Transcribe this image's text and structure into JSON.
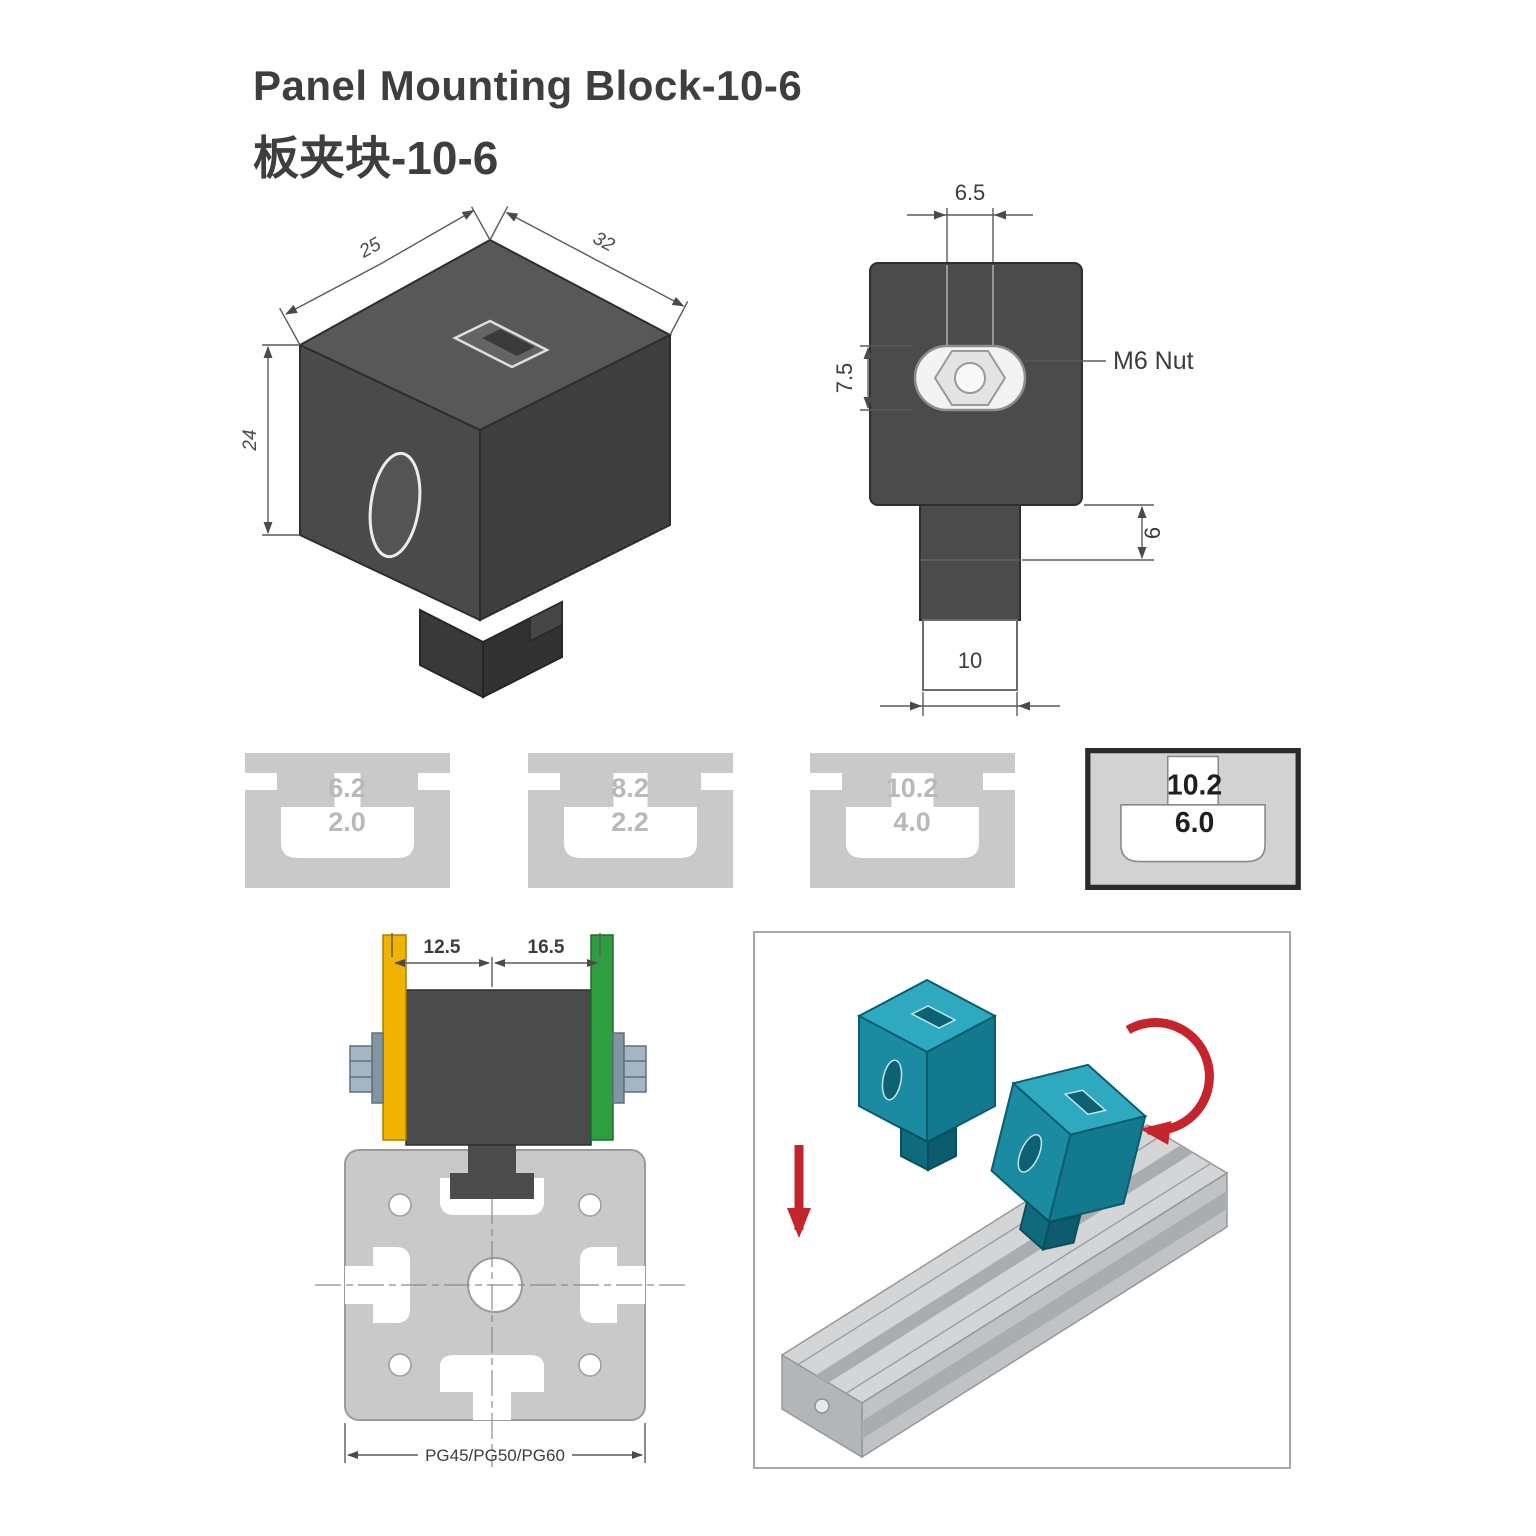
{
  "page": {
    "title": "Panel Mounting Block-10-6",
    "title_cn": "板夹块-10-6"
  },
  "iso_view": {
    "dim_width": "25",
    "dim_depth": "32",
    "dim_height": "24"
  },
  "front_view": {
    "dim_slot_width": "6.5",
    "dim_nut_height": "7.5",
    "nut_label": "M6 Nut",
    "dim_step": "6",
    "dim_tongue_width": "10"
  },
  "slot_tiles": [
    {
      "width": "6.2",
      "depth": "2.0"
    },
    {
      "width": "8.2",
      "depth": "2.2"
    },
    {
      "width": "10.2",
      "depth": "4.0"
    },
    {
      "width": "10.2",
      "depth": "6.0"
    }
  ],
  "section_view": {
    "dim_left": "12.5",
    "dim_right": "16.5",
    "profile_label": "PG45/PG50/PG60"
  },
  "colors": {
    "block": "#4b4b4b",
    "teal": "#1b8ba1",
    "panel_yellow": "#f0b400",
    "panel_green": "#2f9e41",
    "arrow_red": "#c4242b",
    "profile_gray": "#c9c9c9"
  }
}
